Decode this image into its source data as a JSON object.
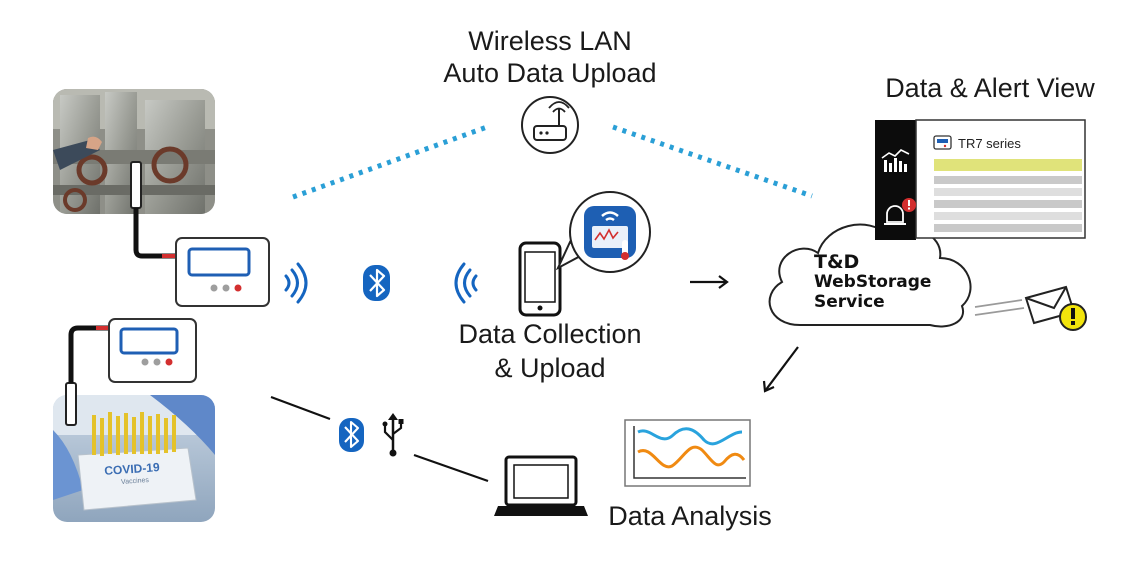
{
  "labels": {
    "wireless_line1": "Wireless LAN",
    "wireless_line2": "Auto Data Upload",
    "view_title": "Data & Alert View",
    "collection_line1": "Data Collection",
    "collection_line2": "& Upload",
    "analysis": "Data Analysis"
  },
  "cloud": {
    "line1": "T&D",
    "line2": "WebStorage",
    "line3": "Service"
  },
  "panel": {
    "series_name": "TR7 series"
  },
  "photo": {
    "box_label": "COVID-19",
    "box_sublabel": "Vaccines"
  },
  "colors": {
    "bluetooth": "#1565c0",
    "dots": "#2a9fd6",
    "device_screen": "#1f5fb4",
    "alert_red": "#d32f2f",
    "chart_blue": "#29a3dd",
    "chart_orange": "#f08a12"
  },
  "icons": [
    "router-icon",
    "bluetooth-icon",
    "wireless-signal-icon",
    "smartphone-icon",
    "thermometer-app-icon",
    "cloud-icon",
    "mail-icon",
    "alert-icon",
    "usb-icon",
    "laptop-icon",
    "graph-icon",
    "siren-icon"
  ]
}
